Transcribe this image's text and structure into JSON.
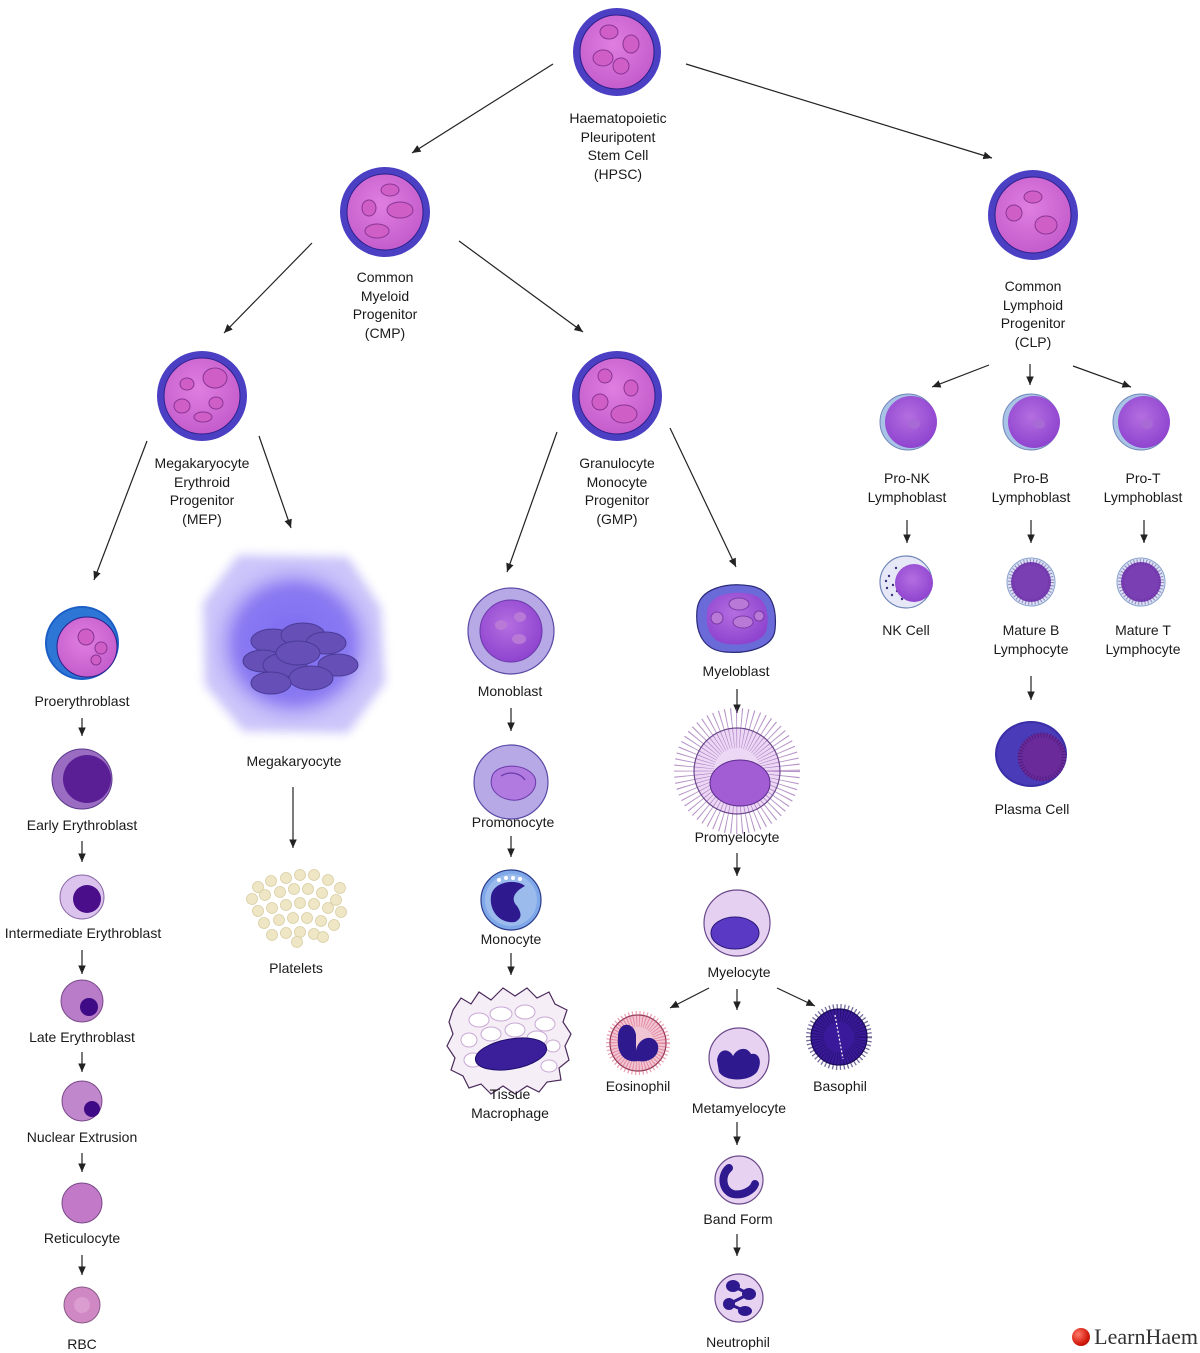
{
  "labels": {
    "hpsc": "Haematopoietic\nPleuripotent\nStem Cell\n(HPSC)",
    "cmp": "Common\nMyeloid\nProgenitor\n(CMP)",
    "clp": "Common\nLymphoid\nProgenitor\n(CLP)",
    "mep": "Megakaryocyte\nErythroid\nProgenitor\n(MEP)",
    "gmp": "Granulocyte\nMonocyte\nProgenitor\n(GMP)",
    "pro_nk": "Pro-NK\nLymphoblast",
    "pro_b": "Pro-B\nLymphoblast",
    "pro_t": "Pro-T\nLymphoblast",
    "nk_cell": "NK Cell",
    "mature_b": "Mature B\nLymphocyte",
    "mature_t": "Mature T\nLymphocyte",
    "plasma_cell": "Plasma Cell",
    "proerythroblast": "Proerythroblast",
    "early_erythroblast": "Early Erythroblast",
    "intermediate_erythroblast": "Intermediate Erythroblast",
    "late_erythroblast": "Late Erythroblast",
    "nuclear_extrusion": "Nuclear Extrusion",
    "reticulocyte": "Reticulocyte",
    "rbc": "RBC",
    "megakaryocyte": "Megakaryocyte",
    "platelets": "Platelets",
    "monoblast": "Monoblast",
    "promonocyte": "Promonocyte",
    "monocyte": "Monocyte",
    "tissue_macrophage": "Tissue\nMacrophage",
    "myeloblast": "Myeloblast",
    "promyelocyte": "Promyelocyte",
    "myelocyte": "Myelocyte",
    "eosinophil": "Eosinophil",
    "metamyelocyte": "Metamyelocyte",
    "basophil": "Basophil",
    "band_form": "Band Form",
    "neutrophil": "Neutrophil"
  },
  "brand": {
    "name": "LearnHaem"
  },
  "colors": {
    "progenitor_outer": "#4b3fc4",
    "progenitor_inner": "#d56fd8",
    "lymphoblast_halo": "#a9c3e6",
    "erythroid_pink": "#c07ac6",
    "nucleus_dark": "#3a1e8a",
    "platelet": "#efe6c6",
    "megakaryocyte_halo": "#6e5cf0"
  },
  "icons": {
    "logo": "red-circle-logo-icon"
  }
}
